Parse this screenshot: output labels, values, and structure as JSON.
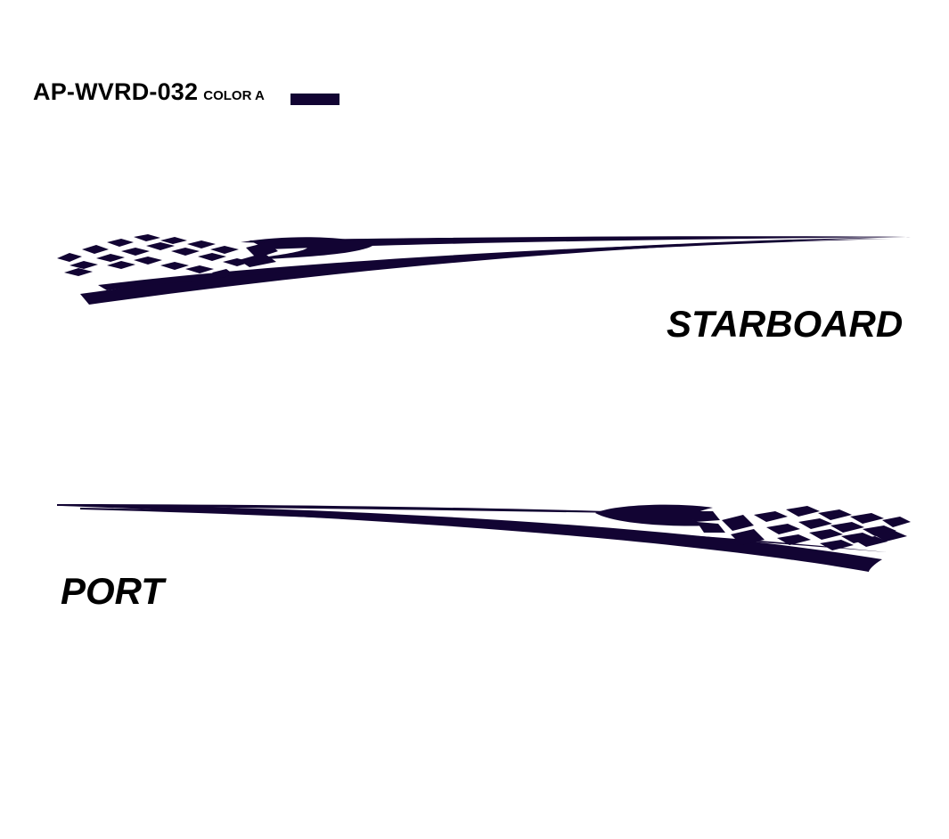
{
  "header": {
    "code": "AP-WVRD-032",
    "color_label": "COLOR A",
    "swatch_color": "#120433"
  },
  "labels": {
    "starboard": "STARBOARD",
    "port": "PORT"
  },
  "graphic": {
    "stripe_color": "#120433",
    "pattern": "checkered-flag-swoosh"
  }
}
